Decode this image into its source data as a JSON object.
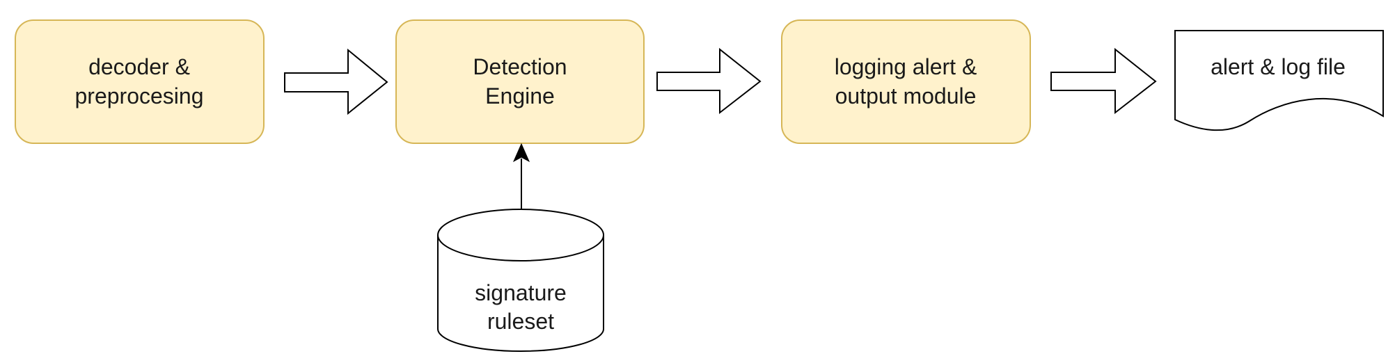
{
  "nodes": {
    "decoder": {
      "line1": "decoder &",
      "line2": "preprocesing"
    },
    "detection": {
      "line1": "Detection",
      "line2": "Engine"
    },
    "logging": {
      "line1": "logging alert &",
      "line2": "output module"
    },
    "output_file": {
      "line1": "alert & log file"
    },
    "ruleset": {
      "line1": "signature",
      "line2": "ruleset"
    }
  },
  "colors": {
    "process_fill": "#fff2cc",
    "process_stroke": "#d6b656",
    "line": "#000000"
  }
}
